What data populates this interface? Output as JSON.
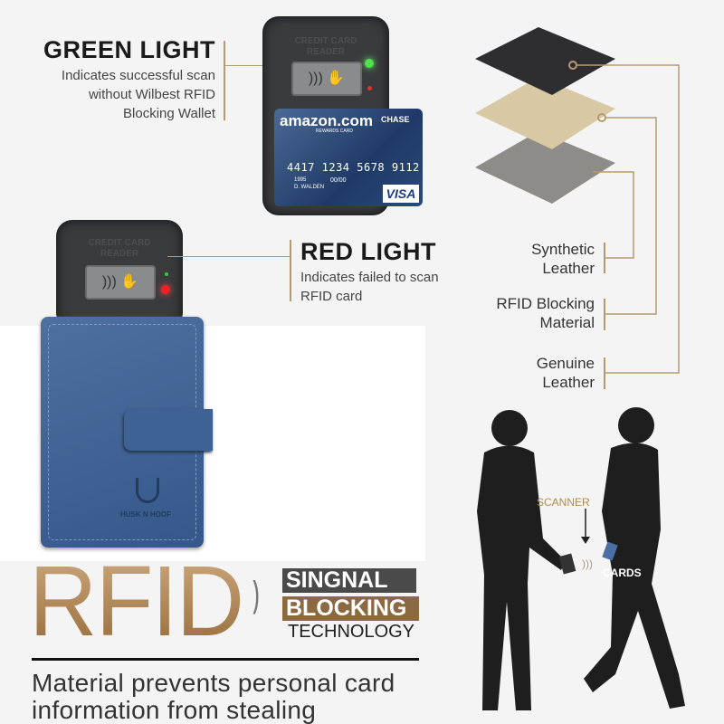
{
  "green_light": {
    "title": "GREEN LIGHT",
    "desc_lines": [
      "Indicates successful scan",
      "without Wilbest RFID",
      "Blocking Wallet"
    ]
  },
  "red_light": {
    "title": "RED LIGHT",
    "desc_lines": [
      "Indicates failed to scan",
      "RFID card"
    ]
  },
  "device": {
    "label_line1": "CREDIT CARD",
    "label_line2": "READER"
  },
  "card": {
    "brand": "amazon.com",
    "subtitle": "REWARDS CARD",
    "bank": "CHASE",
    "number": "4417 1234 5678 9112",
    "since": "1995",
    "expiry": "00/00",
    "holder": "D. WALDEN",
    "network": "VISA"
  },
  "wallet": {
    "brand": "HUSK N HOOF"
  },
  "layers": [
    {
      "label_lines": [
        "Synthetic",
        "Leather"
      ]
    },
    {
      "label_lines": [
        "RFID Blocking",
        "Material"
      ]
    },
    {
      "label_lines": [
        "Genuine",
        "Leather"
      ]
    }
  ],
  "scene": {
    "scanner_label": "SCANNER",
    "cards_label": "CARDS"
  },
  "headline": {
    "rfid": "RFID",
    "line1": "SINGNAL",
    "line2": "BLOCKING",
    "line3": "TECHNOLOGY"
  },
  "tagline": {
    "line1": "Material prevents personal card",
    "line2": "information from stealing"
  },
  "colors": {
    "gold": "#b59a70",
    "blocking_bg": "#8b6a42",
    "signal_bg": "#4a4a4a",
    "wallet": "#3d5f8e"
  }
}
